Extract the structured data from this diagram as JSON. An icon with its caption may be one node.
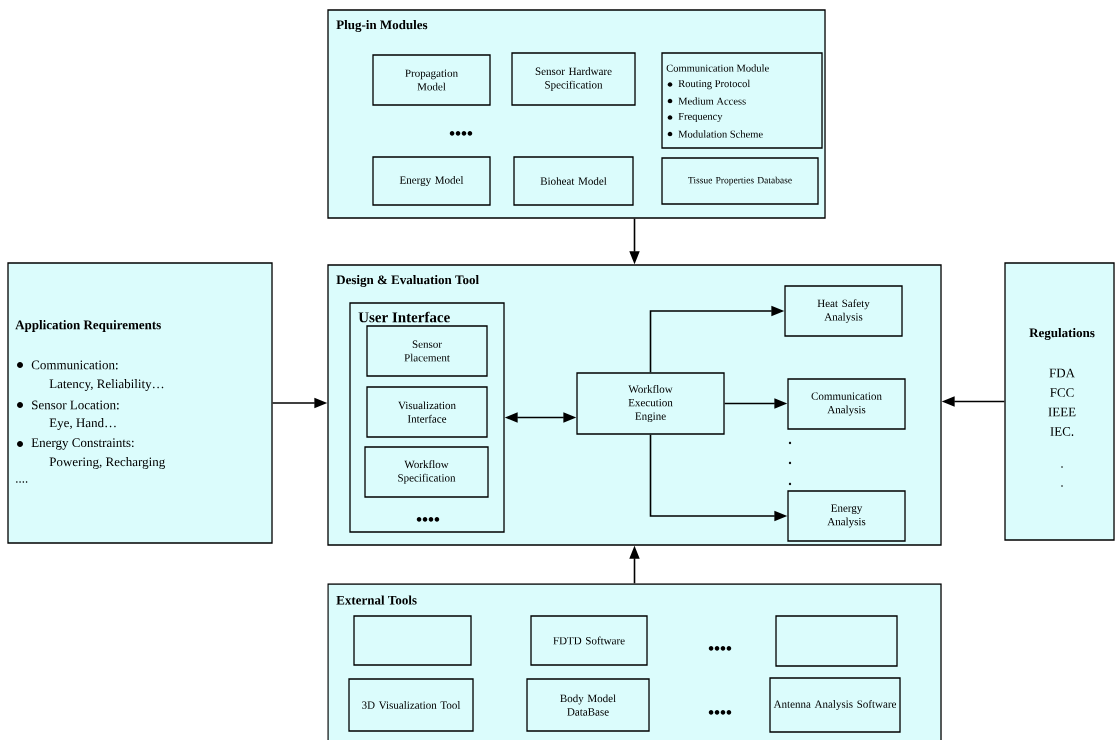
{
  "diagram": {
    "nodes": [
      {
        "text": [
          "Plug-in Modules"
        ]
      },
      {
        "text": [
          "Propagation Model"
        ],
        "in": 0
      },
      {
        "text": [
          "Sensor Hardware Specification"
        ],
        "in": 0
      },
      {
        "text": [
          "Communication Module",
          "Routing Protocol",
          "Medium Access",
          "Frequency",
          "Modulation Scheme"
        ],
        "in": 0
      },
      {
        "text": [
          "Energy Model"
        ],
        "in": 0
      },
      {
        "text": [
          "Bioheat Model"
        ],
        "in": 0
      },
      {
        "text": [
          "Tissue Properties Database"
        ],
        "in": 0
      },
      {
        "text": [
          "Application Requirements",
          "Communication:",
          "Latency, Reliability…",
          "Sensor Location:",
          "Eye, Hand…",
          "Energy Constraints:",
          "Powering, Recharging",
          "...."
        ]
      },
      {
        "text": [
          "Design & Evaluation Tool"
        ]
      },
      {
        "text": [
          "User Interface"
        ],
        "in": 8
      },
      {
        "text": [
          "Sensor Placement"
        ],
        "in": 9
      },
      {
        "text": [
          "Visualization Interface"
        ],
        "in": 9
      },
      {
        "text": [
          "Workflow Specification"
        ],
        "in": 9
      },
      {
        "text": [
          "Workflow Execution Engine"
        ],
        "in": 8
      },
      {
        "text": [
          "Heat Safety Analysis"
        ],
        "in": 8
      },
      {
        "text": [
          "Communication Analysis"
        ],
        "in": 8
      },
      {
        "text": [
          "Energy Analysis"
        ],
        "in": 8
      },
      {
        "text": [
          "Regulations",
          "FDA",
          "FCC",
          "IEEE",
          "IEC.",
          ".",
          "."
        ]
      },
      {
        "text": [
          "External Tools"
        ]
      },
      {
        "text": [],
        "shape": "box",
        "in": 18
      },
      {
        "text": [
          "FDTD Software"
        ],
        "in": 18
      },
      {
        "text": [],
        "shape": "box",
        "in": 18
      },
      {
        "text": [
          "3D Visualization Tool"
        ],
        "in": 18
      },
      {
        "text": [
          "Body Model DataBase"
        ],
        "in": 18
      },
      {
        "text": [
          "Antenna Analysis Software"
        ],
        "in": 18
      }
    ],
    "edges": [
      {
        "from": 0,
        "to": 8,
        "arrow": "to"
      },
      {
        "from": 7,
        "to": 8,
        "arrow": "to"
      },
      {
        "from": 9,
        "to": 13,
        "arrow": "both"
      },
      {
        "from": 13,
        "to": 14,
        "arrow": "to"
      },
      {
        "from": 13,
        "to": 15,
        "arrow": "to"
      },
      {
        "from": 13,
        "to": 16,
        "arrow": "to"
      },
      {
        "from": 17,
        "to": 8,
        "arrow": "to"
      },
      {
        "from": 18,
        "to": 8,
        "arrow": "to"
      }
    ],
    "labels": [
      "••••",
      ".",
      ".",
      ".",
      "••••",
      "••••",
      "••••"
    ]
  }
}
